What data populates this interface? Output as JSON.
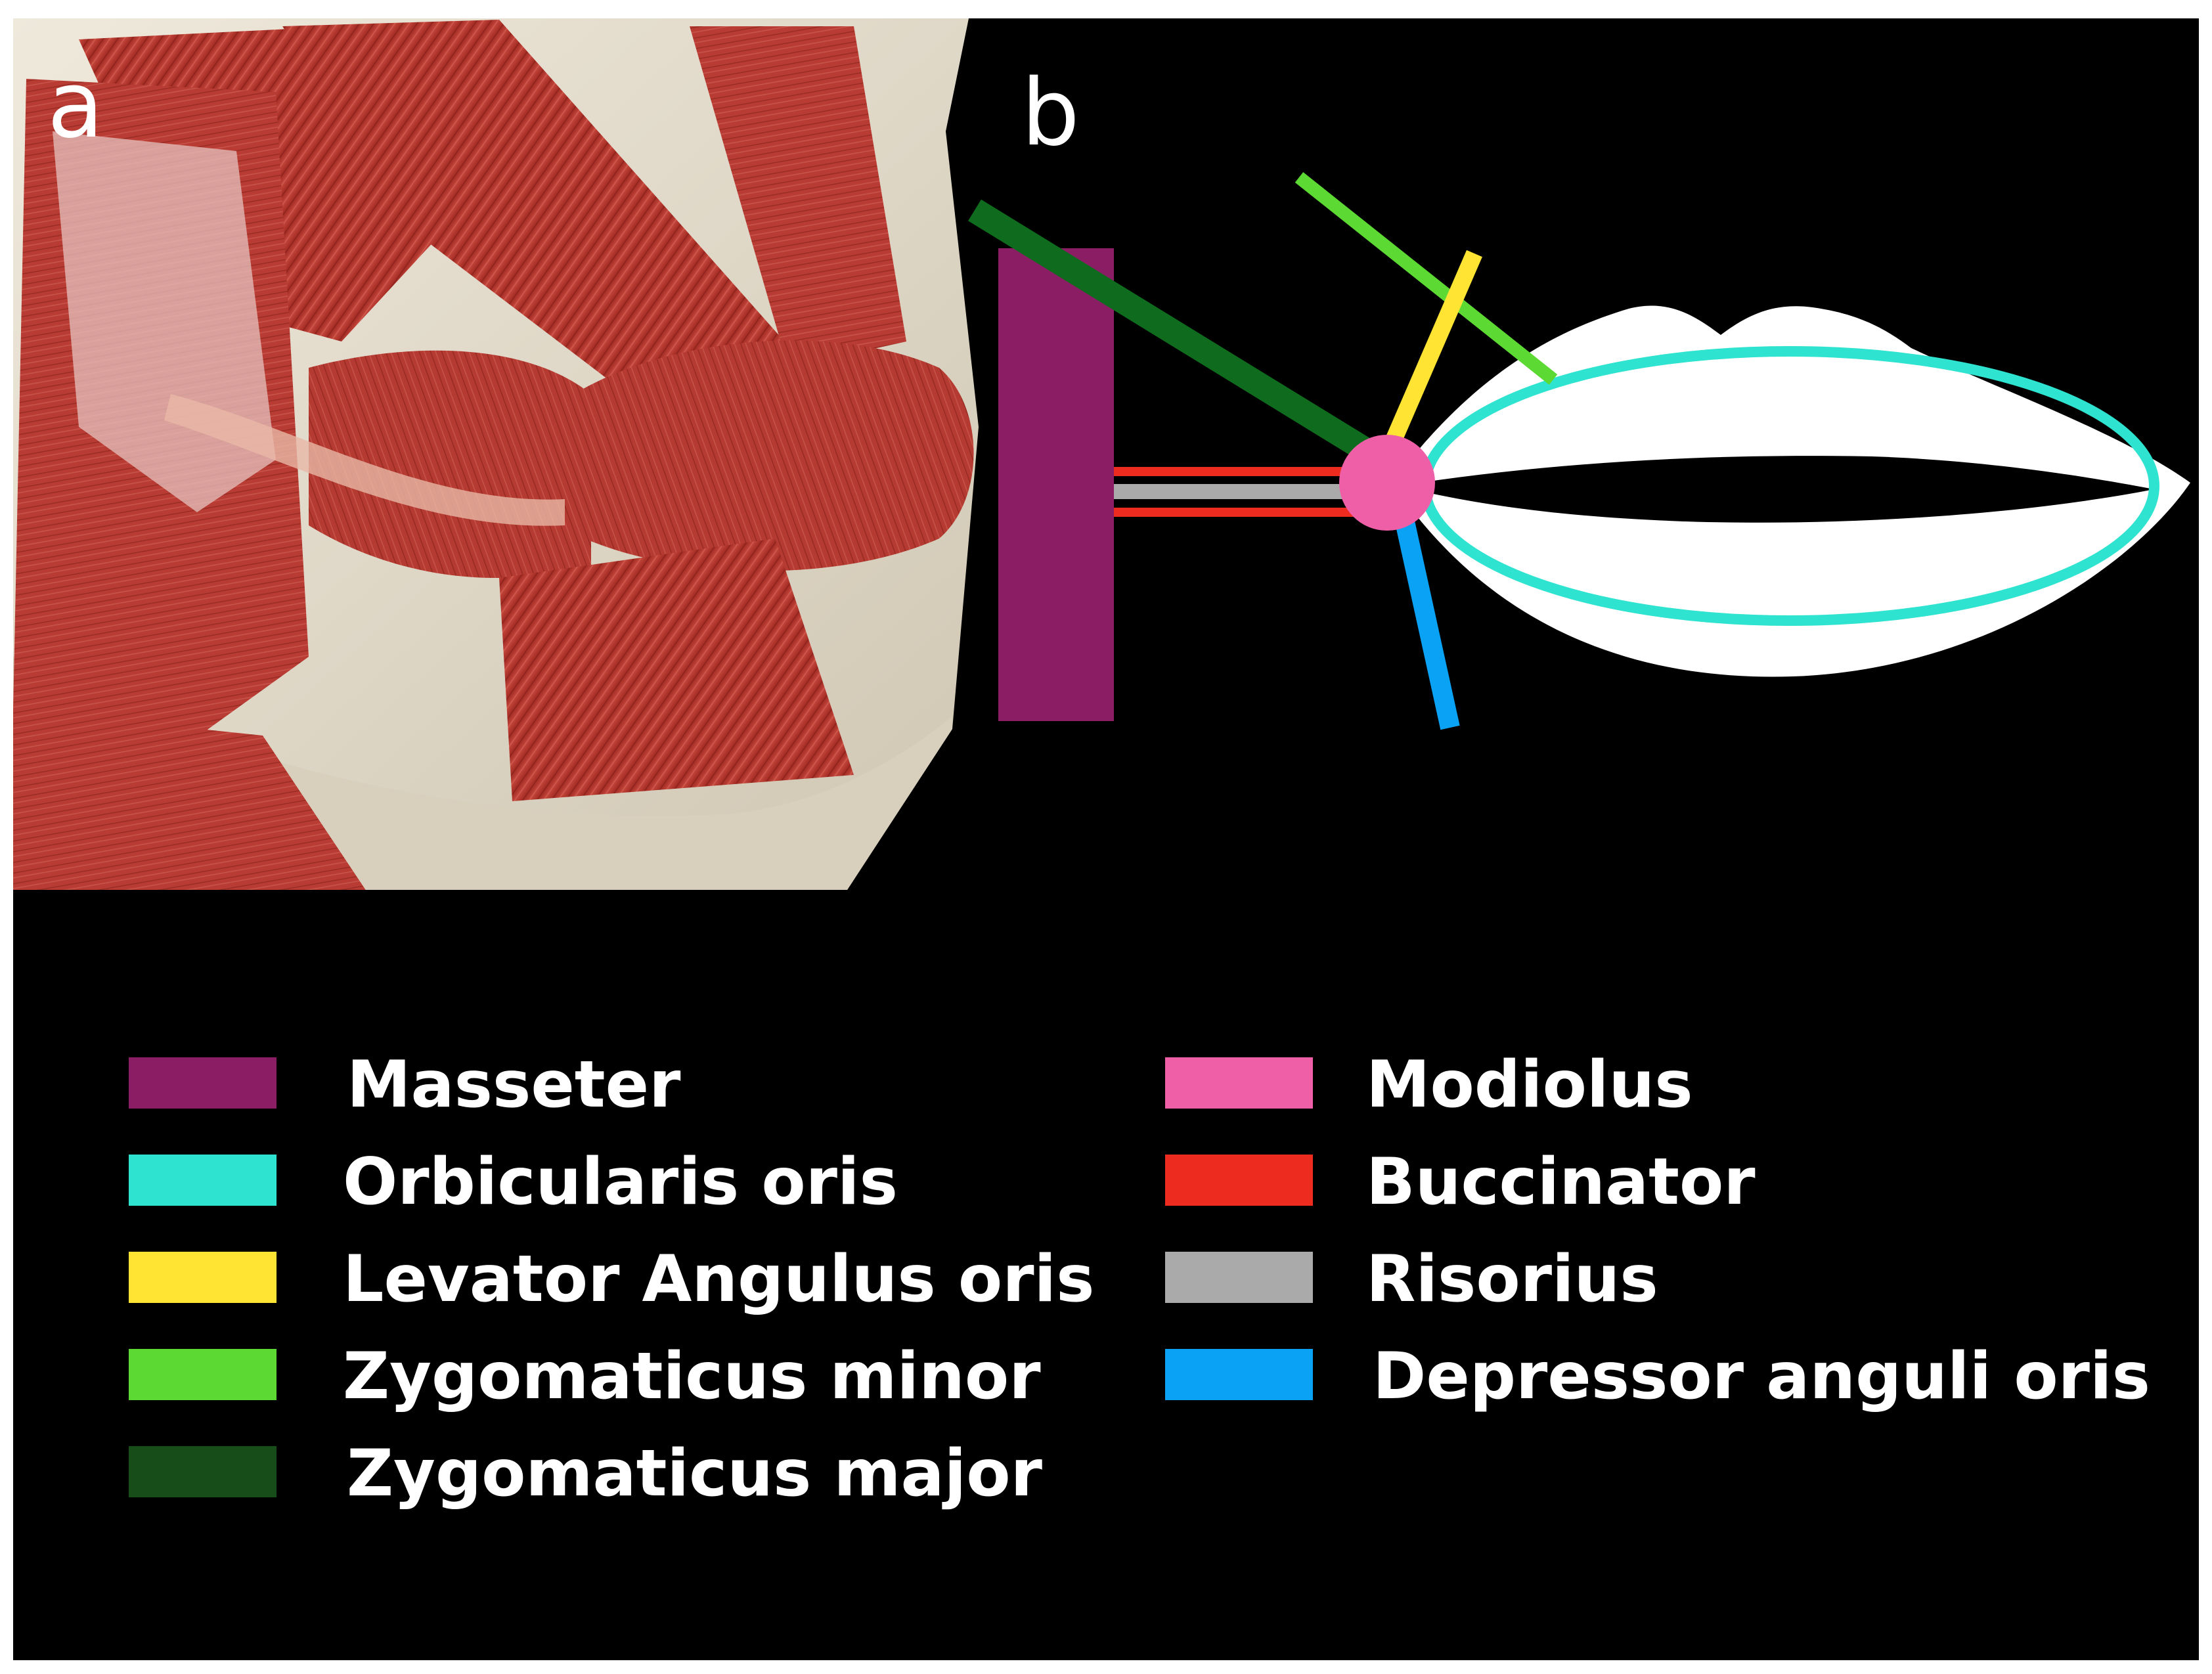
{
  "panels": {
    "a": {
      "label": "a"
    },
    "b": {
      "label": "b"
    }
  },
  "colors": {
    "masseter": "#8a1d63",
    "orbicularis_oris": "#2ee3cf",
    "levator_anguli_oris": "#ffe433",
    "zygomaticus_minor": "#5cd932",
    "zygomaticus_major": "#0f6b1d",
    "zygomaticus_major_swatch": "#164d18",
    "modiolus": "#ee5fa8",
    "buccinator": "#ee2b1f",
    "risorius": "#aaaaaa",
    "depressor_anguli_oris": "#0aa2f5",
    "lips": "#ffffff",
    "background": "#000000",
    "muscle_red": "#b8342c",
    "bone": "#e6dfcf"
  },
  "legend": {
    "left": [
      {
        "label": "Masseter",
        "color": "#8a1d63"
      },
      {
        "label": "Orbicularis oris",
        "color": "#2ee3cf"
      },
      {
        "label": "Levator Angulus oris",
        "color": "#ffe433"
      },
      {
        "label": "Zygomaticus minor",
        "color": "#5cd932"
      },
      {
        "label": "Zygomaticus major",
        "color": "#164d18"
      }
    ],
    "right": [
      {
        "label": "Modiolus",
        "color": "#ee5fa8"
      },
      {
        "label": "Buccinator",
        "color": "#ee2b1f"
      },
      {
        "label": "Risorius",
        "color": "#aaaaaa"
      },
      {
        "label": "Depressor anguli oris",
        "color": "#0aa2f5"
      }
    ]
  }
}
